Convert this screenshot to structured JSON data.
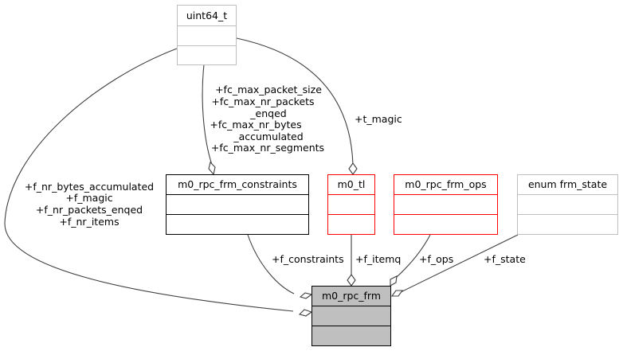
{
  "diagram": {
    "type": "collaboration-graph",
    "nodes": [
      {
        "id": "uint64_t",
        "label": "uint64_t",
        "style": "gray-border"
      },
      {
        "id": "m0_rpc_frm_constraints",
        "label": "m0_rpc_frm_constraints",
        "style": "black-border"
      },
      {
        "id": "m0_tl",
        "label": "m0_tl",
        "style": "red-border"
      },
      {
        "id": "m0_rpc_frm_ops",
        "label": "m0_rpc_frm_ops",
        "style": "red-border"
      },
      {
        "id": "enum_frm_state",
        "label": "enum frm_state",
        "style": "gray-border"
      },
      {
        "id": "m0_rpc_frm",
        "label": "m0_rpc_frm",
        "style": "focus-filled"
      }
    ],
    "edges": [
      {
        "from": "uint64_t",
        "to": "m0_rpc_frm_constraints",
        "labels": [
          "+fc_max_packet_size",
          "+fc_max_nr_packets",
          "_enqed",
          "+fc_max_nr_bytes",
          "_accumulated",
          "+fc_max_nr_segments"
        ]
      },
      {
        "from": "uint64_t",
        "to": "m0_tl",
        "labels": [
          "+t_magic"
        ]
      },
      {
        "from": "uint64_t",
        "to": "m0_rpc_frm",
        "labels": [
          "+f_nr_bytes_accumulated",
          "+f_magic",
          "+f_nr_packets_enqed",
          "+f_nr_items"
        ]
      },
      {
        "from": "m0_rpc_frm_constraints",
        "to": "m0_rpc_frm",
        "labels": [
          "+f_constraints"
        ]
      },
      {
        "from": "m0_tl",
        "to": "m0_rpc_frm",
        "labels": [
          "+f_itemq"
        ]
      },
      {
        "from": "m0_rpc_frm_ops",
        "to": "m0_rpc_frm",
        "labels": [
          "+f_ops"
        ]
      },
      {
        "from": "enum_frm_state",
        "to": "m0_rpc_frm",
        "labels": [
          "+f_state"
        ]
      }
    ],
    "colors": {
      "edge": "#404040",
      "black_border": "#000000",
      "red_border": "#ff0000",
      "gray_border": "#bfbfbf",
      "focus_fill": "#bfbfbf"
    }
  }
}
